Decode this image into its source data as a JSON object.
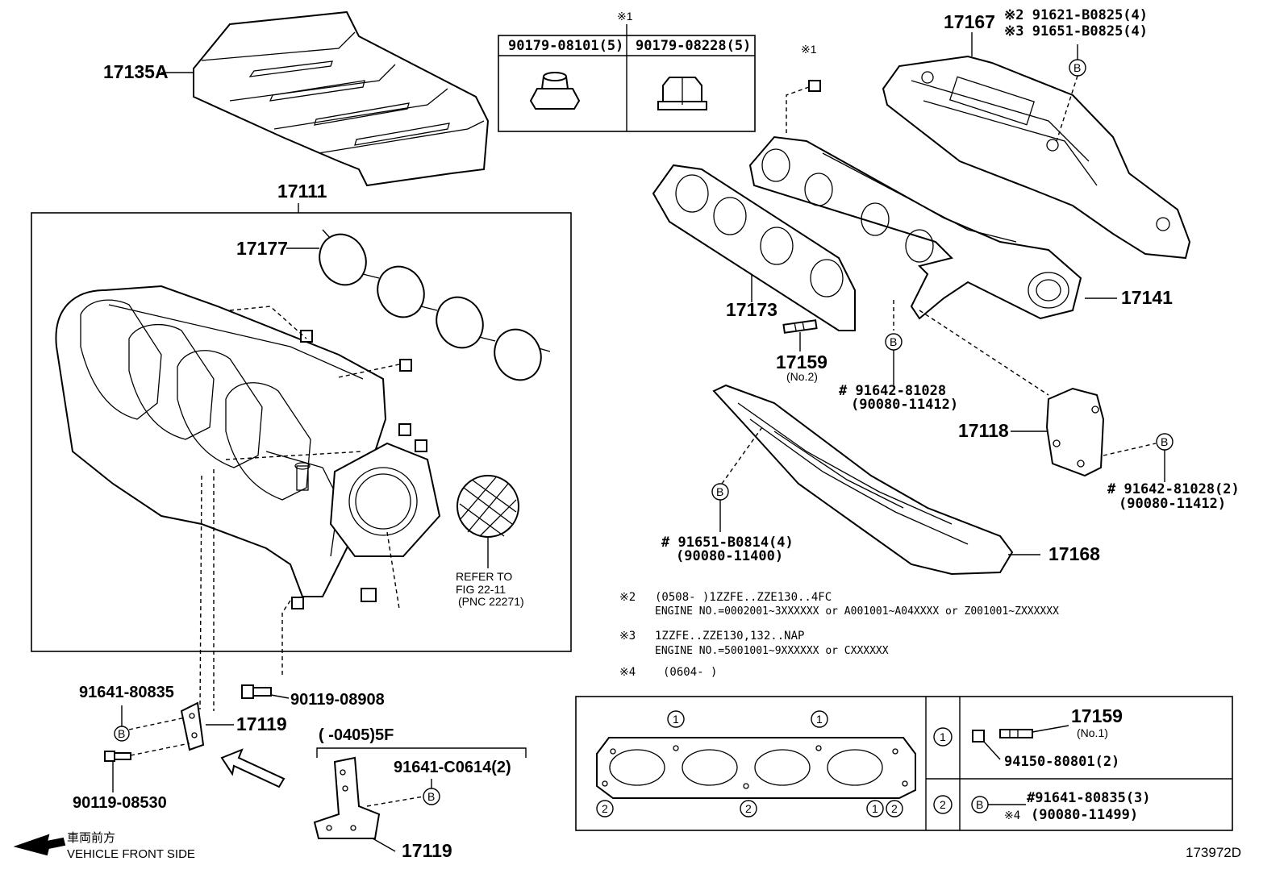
{
  "labels": {
    "p17135A": "17135A",
    "p17111": "17111",
    "p17177": "17177",
    "p17167": "17167",
    "p17173": "17173",
    "p17141": "17141",
    "p17159a": "17159",
    "p17159a_sub": "(No.2)",
    "p17118": "17118",
    "p17168": "17168",
    "p17119a": "17119",
    "p17119b": "17119",
    "p90119_08908": "90119-08908",
    "p91641_80835": "91641-80835",
    "p90119_08530": "90119-08530",
    "p91641_C0614": "91641-C0614(2)",
    "range_0405": "(     -0405)5F",
    "p91642_81028_a": "# 91642-81028",
    "p90080_11412_a": "(90080-11412)",
    "p91642_81028_b": "# 91642-81028(2)",
    "p90080_11412_b": "(90080-11412)",
    "p91651_B0814": "# 91651-B0814(4)",
    "p90080_11400": "(90080-11400)",
    "note2_pn": "※2 91621-B0825(4)",
    "note3_pn": "※3 91651-B0825(4)",
    "star1_top": "※1",
    "star1_nut": "※1",
    "refer_1": "REFER TO",
    "refer_2": "FIG 22-11",
    "refer_3": "(PNC 22271)",
    "vehicle_jp": "車両前方",
    "vehicle_en": "VEHICLE FRONT SIDE",
    "figure_id": "173972D"
  },
  "nut_table": {
    "col1": "90179-08101(5)",
    "col2": "90179-08228(5)"
  },
  "notes": {
    "n2_mark": "※2",
    "n2_line1": "(0508-     )1ZZFE..ZZE130..4FC",
    "n2_line2": "ENGINE NO.=0002001~3XXXXXX or A001001~A04XXXX or Z001001~ZXXXXXX",
    "n3_mark": "※3",
    "n3_line1": "1ZZFE..ZZE130,132..NAP",
    "n3_line2": "ENGINE NO.=5001001~9XXXXXX or CXXXXXX",
    "n4_mark": "※4",
    "n4_line1": "(0604-          )"
  },
  "gasket_table": {
    "marker1": "1",
    "marker2": "2",
    "b_mark": "B",
    "p17159": "17159",
    "p17159_sub": "(No.1)",
    "p94150": "94150-80801(2)",
    "p91641_80835_3": "#91641-80835(3)",
    "n4_mark": "※4",
    "p90080_11499": "(90080-11499)"
  },
  "b_marker": "B"
}
